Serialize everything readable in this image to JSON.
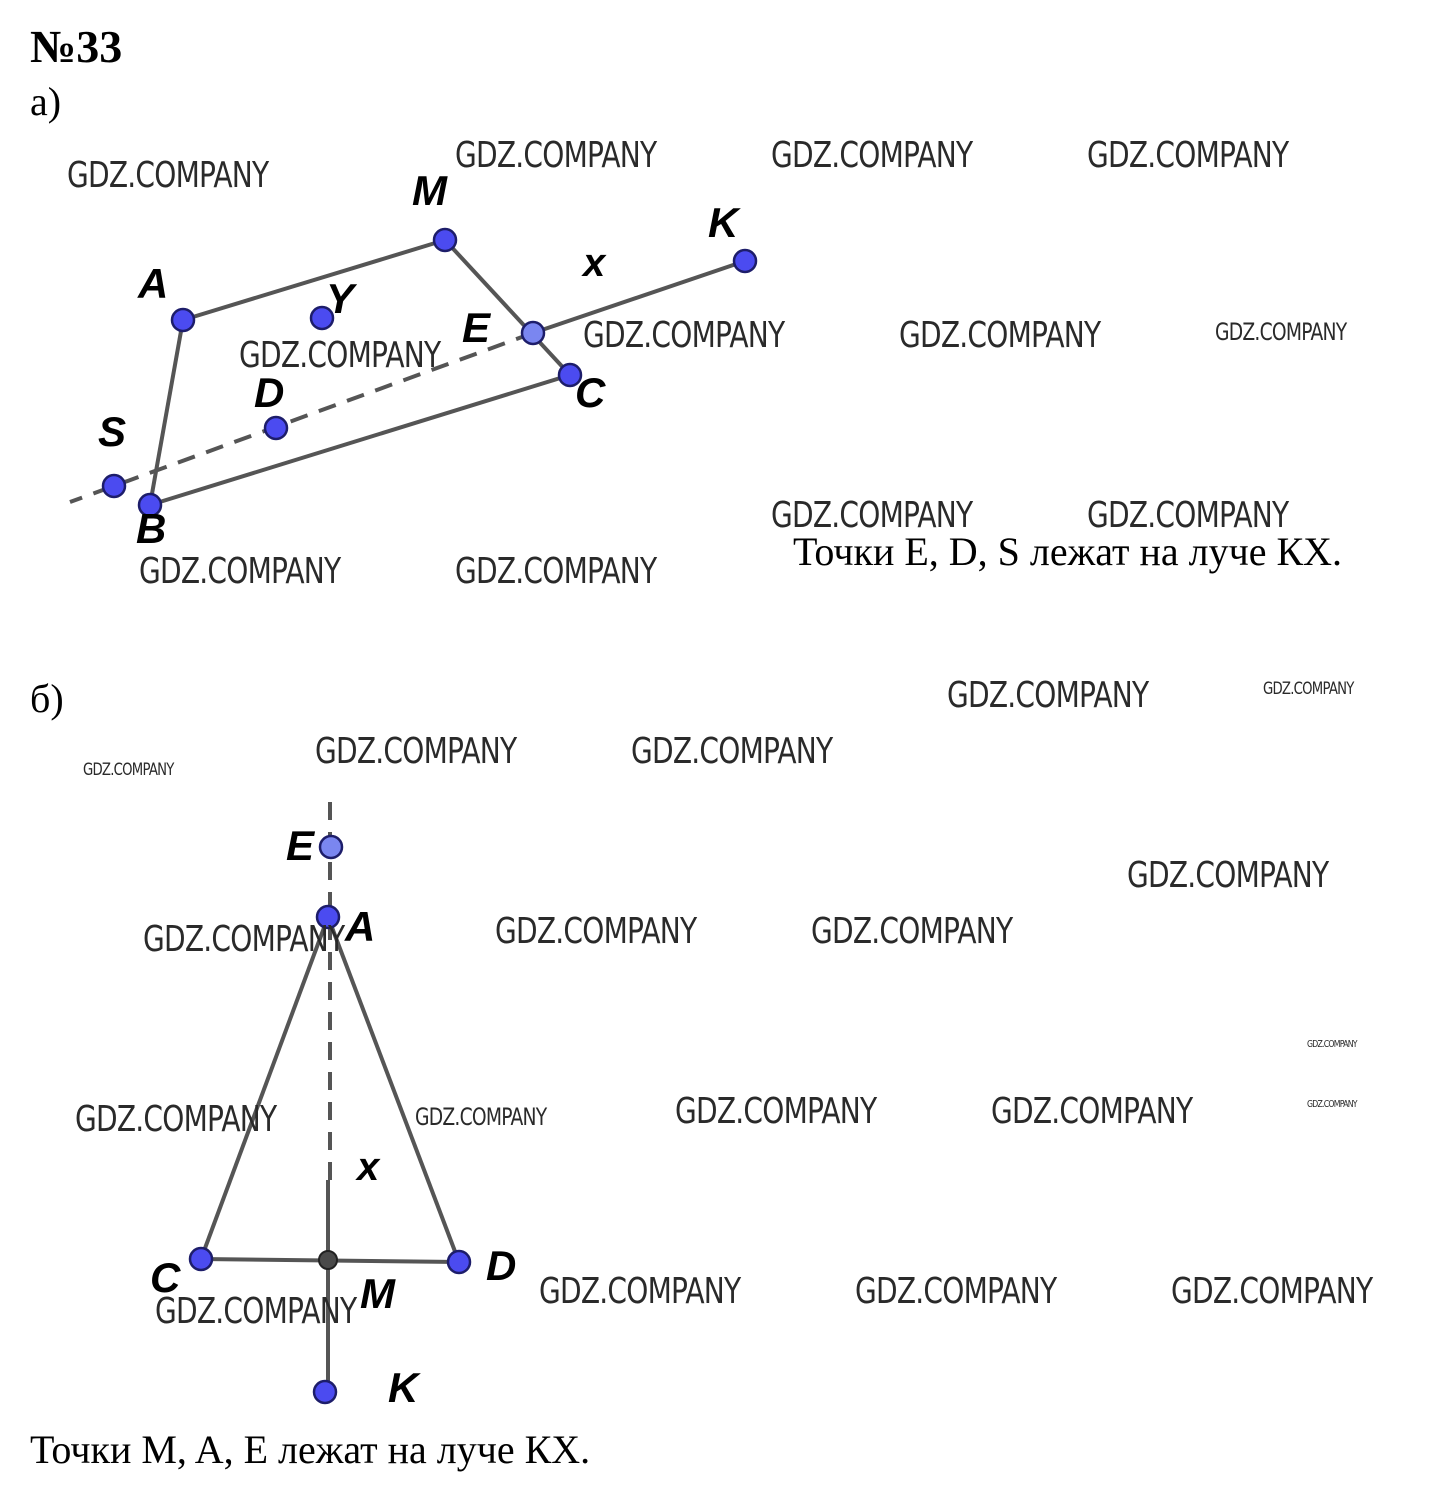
{
  "problem": {
    "number": "№33"
  },
  "part_a": {
    "label": "а)",
    "points": {
      "A": "A",
      "M": "M",
      "K": "K",
      "E": "E",
      "C": "C",
      "B": "B",
      "S": "S",
      "D": "D",
      "Y": "Y",
      "x": "x"
    },
    "caption": "Точки E, D, S лежат на луче КХ."
  },
  "part_b": {
    "label": "б)",
    "points": {
      "E": "E",
      "A": "A",
      "C": "C",
      "D": "D",
      "M": "M",
      "K": "K",
      "x": "x"
    },
    "caption": "Точки M, A, E лежат на луче КХ."
  },
  "watermark": "GDZ.COMPANY",
  "colors": {
    "point": "#4b4bf0",
    "point_light": "#7a86f0",
    "line": "#555555"
  }
}
